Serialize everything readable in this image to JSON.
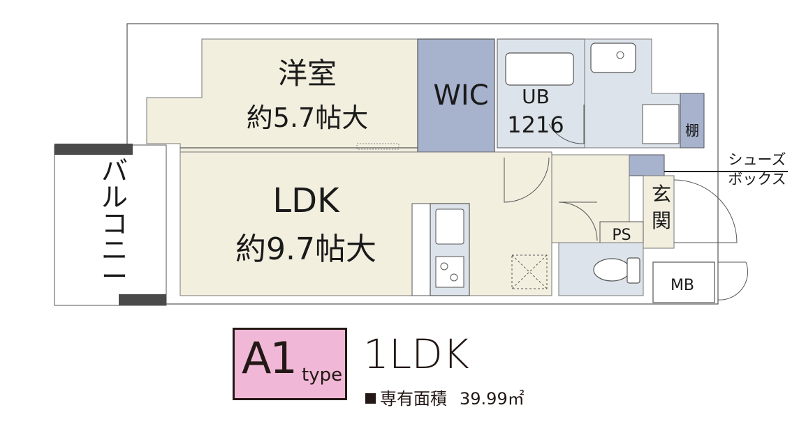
{
  "rooms": {
    "western_room": {
      "name": "洋室",
      "size": "約5.7帖大"
    },
    "wic": "WIC",
    "ub": {
      "name": "UB",
      "size": "1216"
    },
    "shelf": "棚",
    "shoe_box": {
      "line1": "シューズ",
      "line2": "ボックス"
    },
    "entrance": {
      "char1": "玄",
      "char2": "関"
    },
    "ldk": {
      "name": "LDK",
      "size": "約9.7帖大"
    },
    "ps": "PS",
    "mb": "MB",
    "balcony": [
      "バ",
      "ル",
      "コ",
      "ニ",
      "ー"
    ]
  },
  "unit": {
    "type_letter": "A1",
    "type_word": "type",
    "layout": "1LDK",
    "area_label": "専有面積",
    "area_value": "39.99㎡"
  },
  "colors": {
    "room_beige": "#f2efdf",
    "wet_area_gray": "#dde3ea",
    "wic_blue": "#a7b2cd",
    "balcony_white": "#ffffff",
    "badge_pink": "#f0b8d6",
    "wall_dark": "#4a4a4a"
  }
}
